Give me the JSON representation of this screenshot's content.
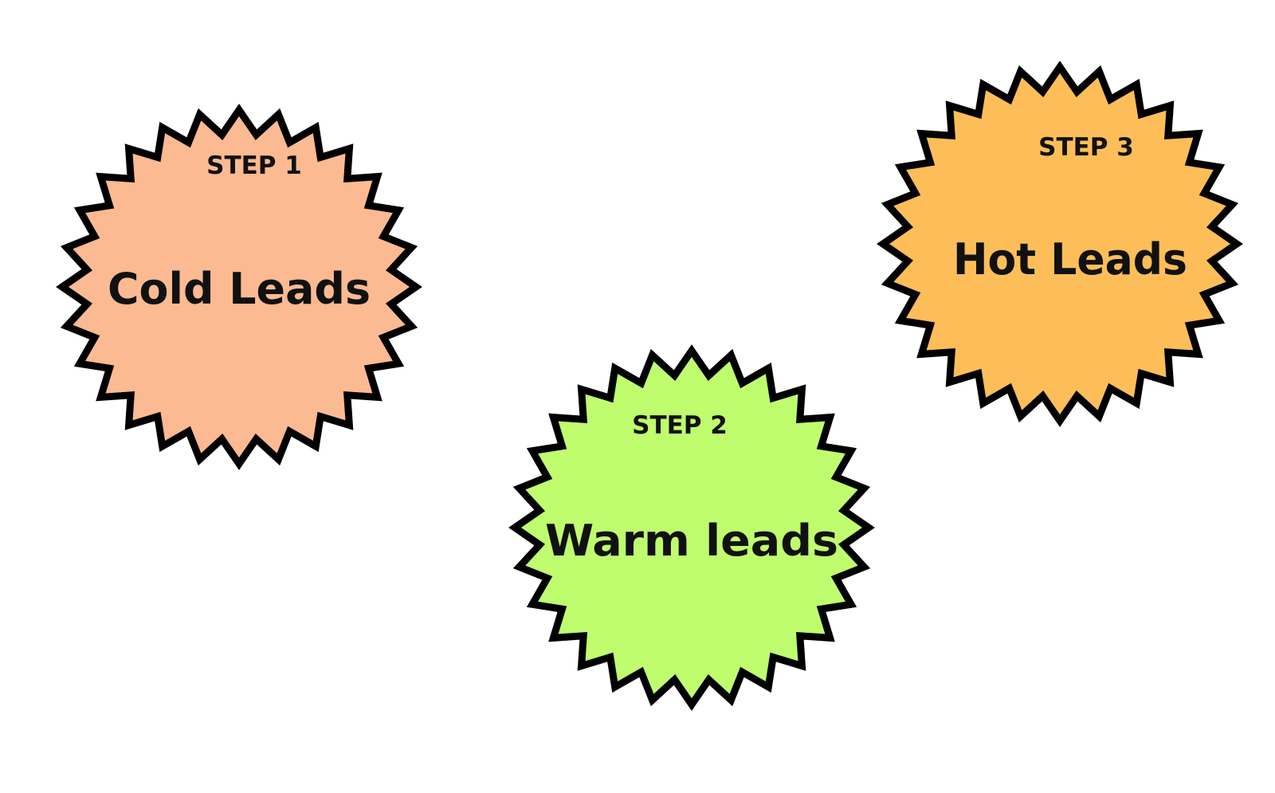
{
  "badges": [
    {
      "step": "STEP 1",
      "title": "Cold Leads",
      "color": "#FBBA92"
    },
    {
      "step": "STEP 2",
      "title": "Warm leads",
      "color": "#BFFC6E"
    },
    {
      "step": "STEP 3",
      "title": "Hot Leads",
      "color": "#FDBE59"
    }
  ]
}
